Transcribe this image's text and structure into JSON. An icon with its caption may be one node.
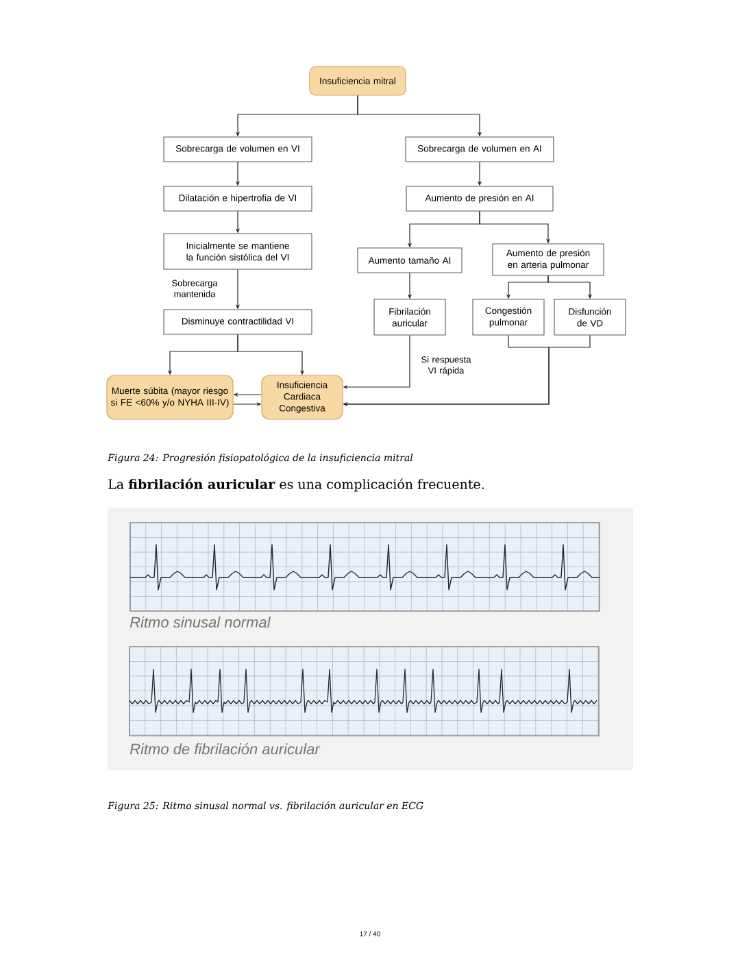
{
  "diagram": {
    "caption": "Figura 24: Progresión fisiopatológica de la insuficiencia mitral",
    "nodes": [
      {
        "text": [
          "Insuficiencia mitral"
        ]
      },
      {
        "text": [
          "Sobrecarga de volumen en VI"
        ]
      },
      {
        "text": [
          "Sobrecarga de volumen en AI"
        ]
      },
      {
        "text": [
          "Dilatación e hipertrofia de VI"
        ]
      },
      {
        "text": [
          "Aumento de presión en AI"
        ]
      },
      {
        "text": [
          "Inicialmente se mantiene la función sistólica del VI"
        ]
      },
      {
        "text": [
          "Aumento tamaño AI"
        ]
      },
      {
        "text": [
          "Aumento de presión en arteria pulmonar"
        ]
      },
      {
        "text": [
          "Disminuye contractilidad VI"
        ]
      },
      {
        "text": [
          "Fibrilación auricular"
        ]
      },
      {
        "text": [
          "Congestión pulmonar"
        ]
      },
      {
        "text": [
          "Disfunción de VD"
        ]
      },
      {
        "text": [
          "Muerte súbita (mayor riesgo si FE <60% y/o NYHA III-IV)"
        ]
      },
      {
        "text": [
          "Insuficiencia Cardiaca Congestiva"
        ]
      }
    ],
    "edges": [
      {
        "from": 0,
        "to": 1,
        "arrow": "to"
      },
      {
        "from": 0,
        "to": 2,
        "arrow": "to"
      },
      {
        "from": 1,
        "to": 3,
        "arrow": "to"
      },
      {
        "from": 2,
        "to": 4,
        "arrow": "to"
      },
      {
        "from": 3,
        "to": 5,
        "arrow": "to"
      },
      {
        "from": 5,
        "to": 8,
        "arrow": "to",
        "label": "Sobrecarga mantenida"
      },
      {
        "from": 4,
        "to": 6,
        "arrow": "to"
      },
      {
        "from": 4,
        "to": 7,
        "arrow": "to"
      },
      {
        "from": 6,
        "to": 9,
        "arrow": "to"
      },
      {
        "from": 7,
        "to": 10,
        "arrow": "to"
      },
      {
        "from": 7,
        "to": 11,
        "arrow": "to"
      },
      {
        "from": 8,
        "to": 12,
        "arrow": "to"
      },
      {
        "from": 8,
        "to": 13,
        "arrow": "to"
      },
      {
        "from": 13,
        "to": 12,
        "arrow": "to"
      },
      {
        "from": 12,
        "to": 13,
        "arrow": "to"
      },
      {
        "from": 9,
        "to": 13,
        "arrow": "to",
        "label": "Si respuesta VI rápida"
      },
      {
        "from": 10,
        "to": 13,
        "arrow": "to"
      },
      {
        "from": 11,
        "to": 13,
        "arrow": "to"
      }
    ],
    "labels": [
      "La **fibrilación auricular** es una complicación frecuente.",
      "Ritmo sinusal normal",
      "Ritmo de fibrilación auricular",
      "Figura 25: Ritmo sinusal normal vs. fibrilación auricular en ECG",
      "17 / 40"
    ]
  }
}
